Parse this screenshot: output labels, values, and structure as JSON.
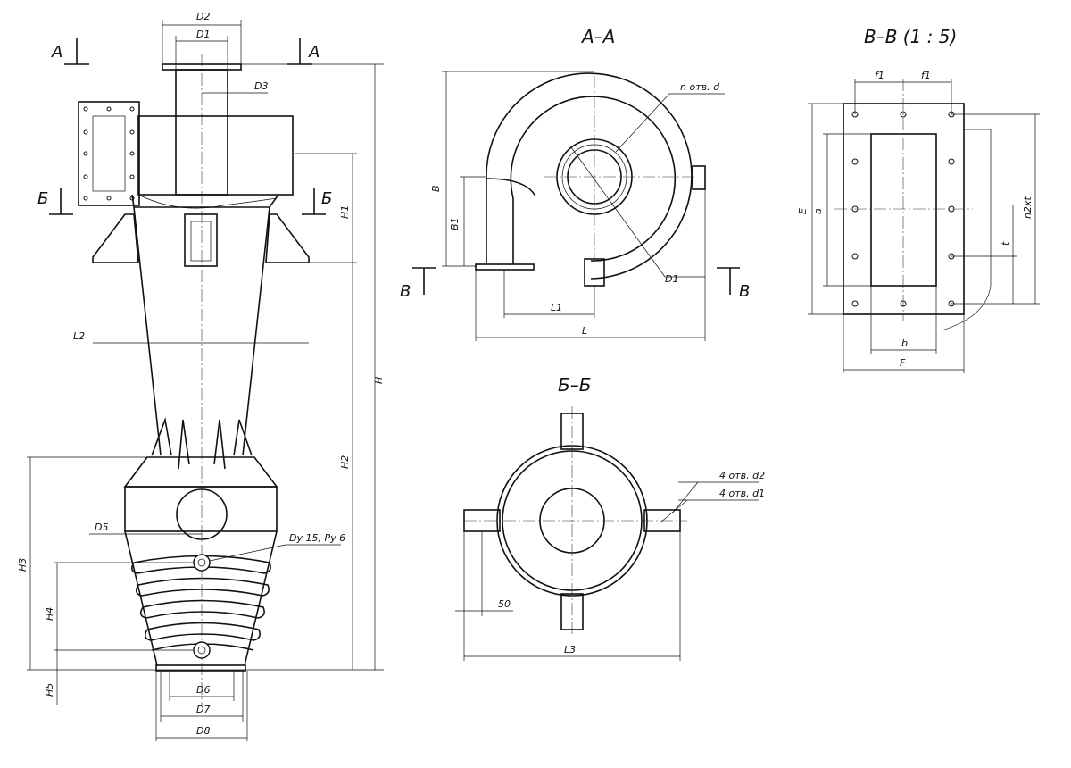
{
  "views": {
    "section_aa": {
      "title": "А–А"
    },
    "section_bb": {
      "title": "Б–Б"
    },
    "section_vv": {
      "title": "В–В  (1 : 5)"
    }
  },
  "markers": {
    "a": "А",
    "b": "Б",
    "v": "В"
  },
  "labels": {
    "D2": "D2",
    "D1": "D1",
    "D3": "D3",
    "D5": "D5",
    "D6": "D6",
    "D7": "D7",
    "D8": "D8",
    "H": "H",
    "H1": "H1",
    "H2": "H2",
    "H3": "H3",
    "H4": "H4",
    "H5": "H5",
    "L2": "L2",
    "fitting": "Dy 15, Py 6",
    "B": "B",
    "B1": "B1",
    "L": "L",
    "L1": "L1",
    "n_holes_d": "n отв. d",
    "L3": "L3",
    "dim_50": "50",
    "holes_d2": "4 отв. d2",
    "holes_d1": "4 отв. d1",
    "f1": "f1",
    "E": "E",
    "a": "a",
    "n2xt": "n2xt",
    "t": "t",
    "b": "b",
    "F": "F"
  }
}
